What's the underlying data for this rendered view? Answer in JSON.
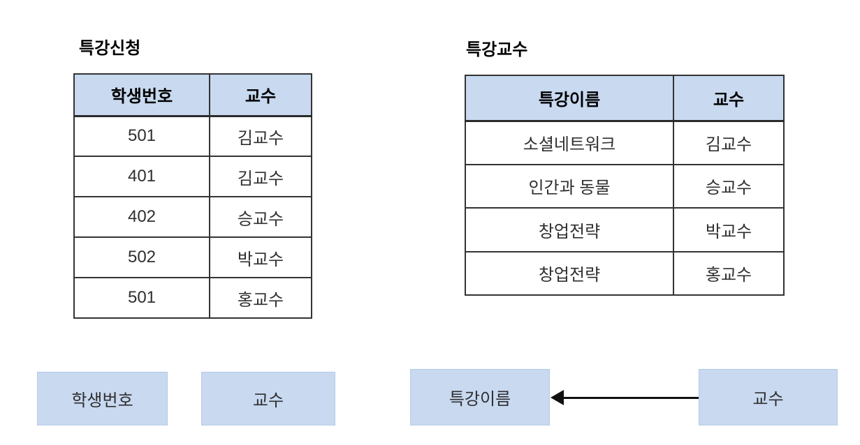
{
  "left_table": {
    "title": "특강신청",
    "columns": [
      "학생번호",
      "교수"
    ],
    "rows": [
      [
        "501",
        "김교수"
      ],
      [
        "401",
        "김교수"
      ],
      [
        "402",
        "승교수"
      ],
      [
        "502",
        "박교수"
      ],
      [
        "501",
        "홍교수"
      ]
    ]
  },
  "right_table": {
    "title": "특강교수",
    "columns": [
      "특강이름",
      "교수"
    ],
    "rows": [
      [
        "소셜네트워크",
        "김교수"
      ],
      [
        "인간과 동물",
        "승교수"
      ],
      [
        "창업전략",
        "박교수"
      ],
      [
        "창업전략",
        "홍교수"
      ]
    ]
  },
  "diagram": {
    "boxes": [
      {
        "label": "학생번호"
      },
      {
        "label": "교수"
      },
      {
        "label": "특강이름"
      },
      {
        "label": "교수"
      }
    ],
    "arrow": {
      "from": "교수",
      "to": "특강이름",
      "direction": "left"
    }
  },
  "colors": {
    "background": "#ffffff",
    "header_fill": "#c8d9f0",
    "box_fill": "#c8d9f0",
    "table_border": "#333333",
    "arrow": "#111111",
    "title_text": "#000000",
    "cell_text": "#2f2f2f"
  }
}
